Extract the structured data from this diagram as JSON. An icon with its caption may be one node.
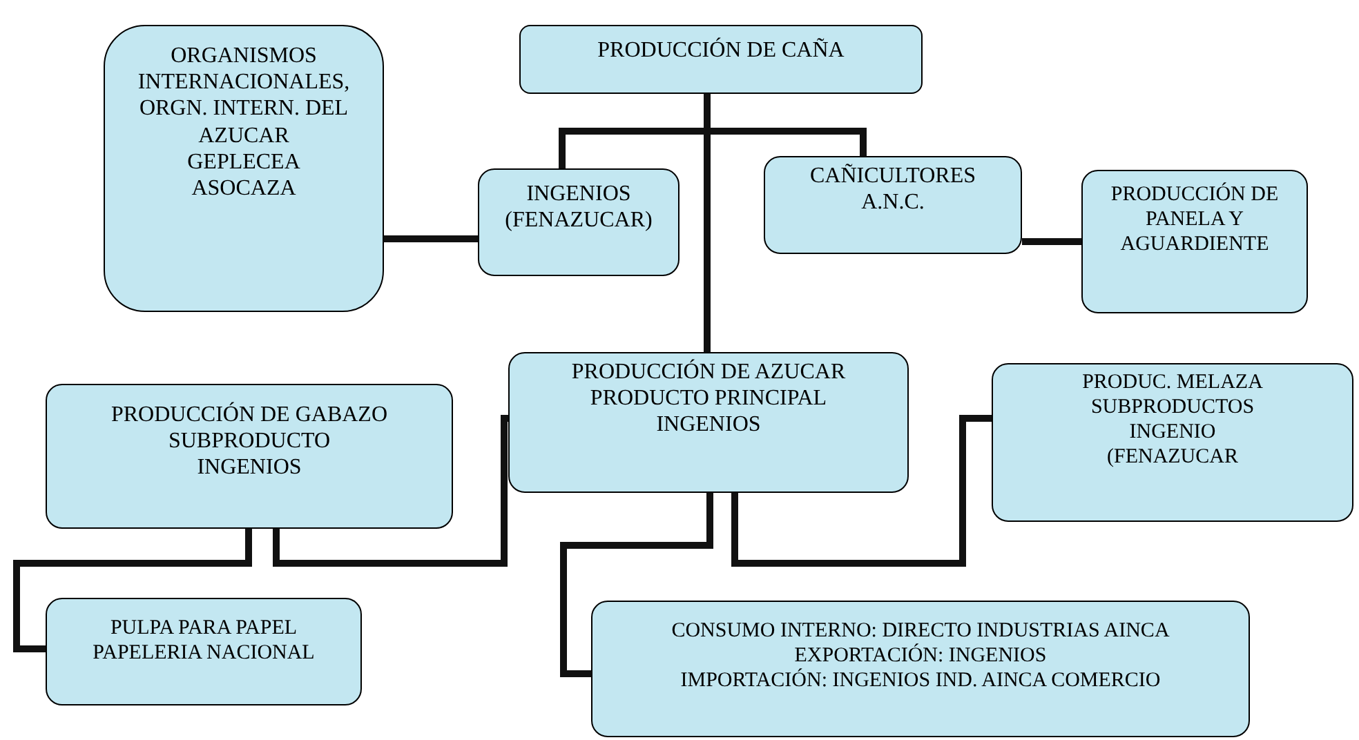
{
  "diagram": {
    "nodes": [
      {
        "text": [
          "ORGANISMOS INTERNACIONALES, ORGN. INTERN. DEL AZUCAR",
          "GEPLECEA",
          "ASOCAZA"
        ]
      },
      {
        "text": [
          "PRODUCCIÓN DE CAÑA"
        ]
      },
      {
        "text": [
          "INGENIOS",
          "(FENAZUCAR)"
        ]
      },
      {
        "text": [
          "CAÑICULTORES",
          "A.N.C."
        ]
      },
      {
        "text": [
          "PRODUCCIÓN DE PANELA Y AGUARDIENTE"
        ]
      },
      {
        "text": [
          "PRODUCCIÓN DE GABAZO",
          "SUBPRODUCTO",
          "INGENIOS"
        ]
      },
      {
        "text": [
          "PRODUCCIÓN DE AZUCAR",
          "PRODUCTO PRINCIPAL",
          "INGENIOS"
        ]
      },
      {
        "text": [
          "PRODUC. MELAZA",
          "SUBPRODUCTOS",
          "INGENIO",
          "(FENAZUCAR"
        ]
      },
      {
        "text": [
          "PULPA PARA PAPEL",
          "PAPELERIA NACIONAL"
        ]
      },
      {
        "text": [
          "CONSUMO INTERNO: DIRECTO INDUSTRIAS AINCA",
          "EXPORTACIÓN: INGENIOS",
          "IMPORTACIÓN: INGENIOS IND. AINCA COMERCIO"
        ]
      }
    ],
    "edges": [
      {
        "from": 1,
        "to": 2,
        "arrow": "none"
      },
      {
        "from": 1,
        "to": 3,
        "arrow": "none"
      },
      {
        "from": 1,
        "to": 6,
        "arrow": "none"
      },
      {
        "from": 2,
        "to": 0,
        "arrow": "none"
      },
      {
        "from": 3,
        "to": 4,
        "arrow": "none"
      },
      {
        "from": 5,
        "to": 8,
        "arrow": "none"
      },
      {
        "from": 5,
        "to": 6,
        "arrow": "none"
      },
      {
        "from": 6,
        "to": 9,
        "arrow": "none"
      },
      {
        "from": 6,
        "to": 7,
        "arrow": "none"
      }
    ]
  }
}
